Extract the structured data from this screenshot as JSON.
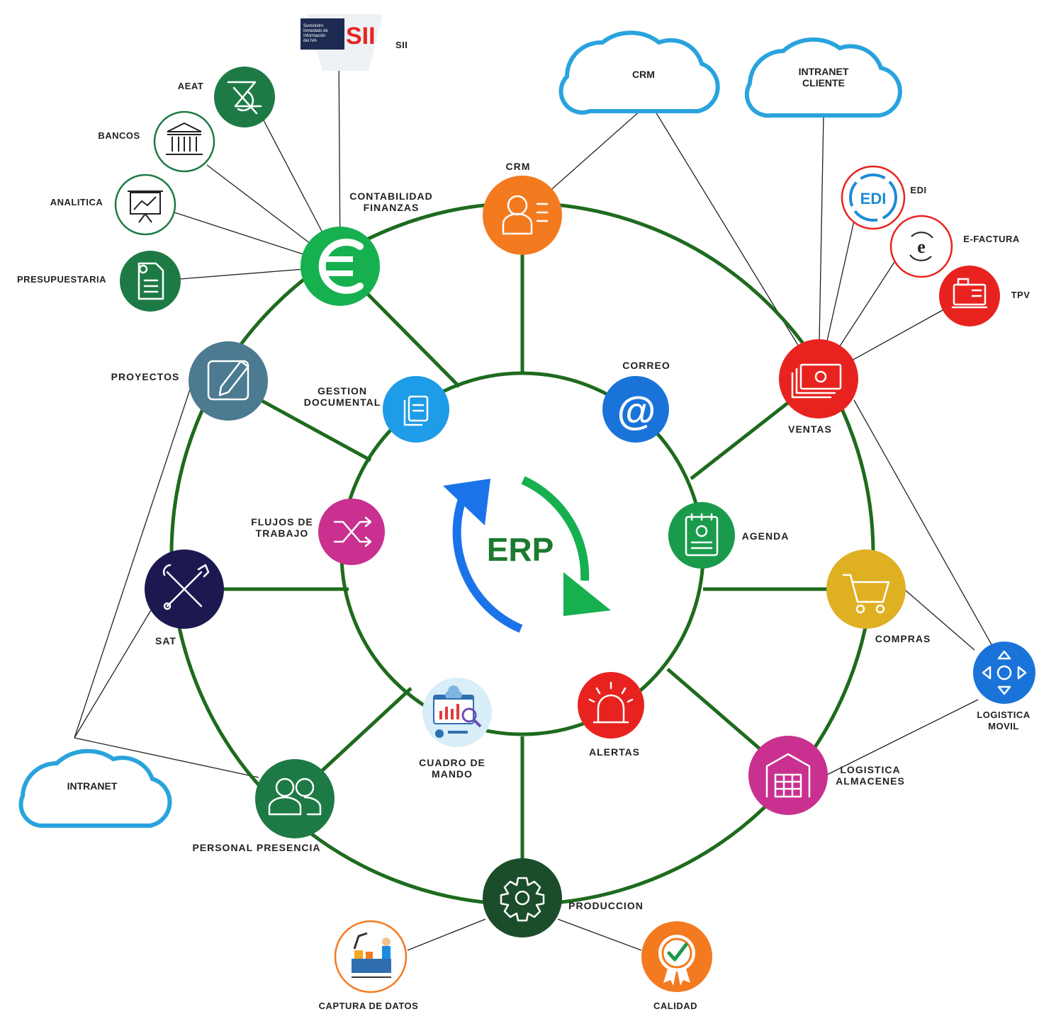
{
  "center": {
    "title": "ERP"
  },
  "colors": {
    "ring": "#1e6b1e",
    "cloud": "#29a3dd",
    "arrow_blue": "#1a73e8",
    "arrow_green": "#16b04f"
  },
  "modules": {
    "crm": "CRM",
    "contabilidad": [
      "CONTABILIDAD",
      "FINANZAS"
    ],
    "ventas": "VENTAS",
    "compras": "COMPRAS",
    "logistica": [
      "LOGISTICA",
      "ALMACENES"
    ],
    "produccion": "PRODUCCION",
    "personal": "PERSONAL PRESENCIA",
    "sat": "SAT",
    "proyectos": "PROYECTOS",
    "gestion": [
      "GESTION",
      "DOCUMENTAL"
    ],
    "correo": "CORREO",
    "agenda": "AGENDA",
    "alertas": "ALERTAS",
    "cuadro": [
      "CUADRO DE",
      "MANDO"
    ],
    "flujos": [
      "FLUJOS DE",
      "TRABAJO"
    ]
  },
  "satellites": {
    "sii": "SII",
    "sii_logo_text": [
      "Suministro",
      "Inmediato de",
      "Información",
      "del IVA"
    ],
    "sii_logo_big": "SII",
    "aeat": "AEAT",
    "bancos": "BANCOS",
    "analitica": "ANALITICA",
    "presupuestaria": "PRESUPUESTARIA",
    "edi": "EDI",
    "edi_icon_text": "EDI",
    "efactura": "E-FACTURA",
    "tpv": "TPV",
    "logistica_movil": [
      "LOGISTICA",
      "MOVIL"
    ],
    "captura": "CAPTURA DE DATOS",
    "calidad": "CALIDAD"
  },
  "clouds": {
    "crm": "CRM",
    "intranet_cliente": [
      "INTRANET",
      "CLIENTE"
    ],
    "intranet": "INTRANET"
  }
}
